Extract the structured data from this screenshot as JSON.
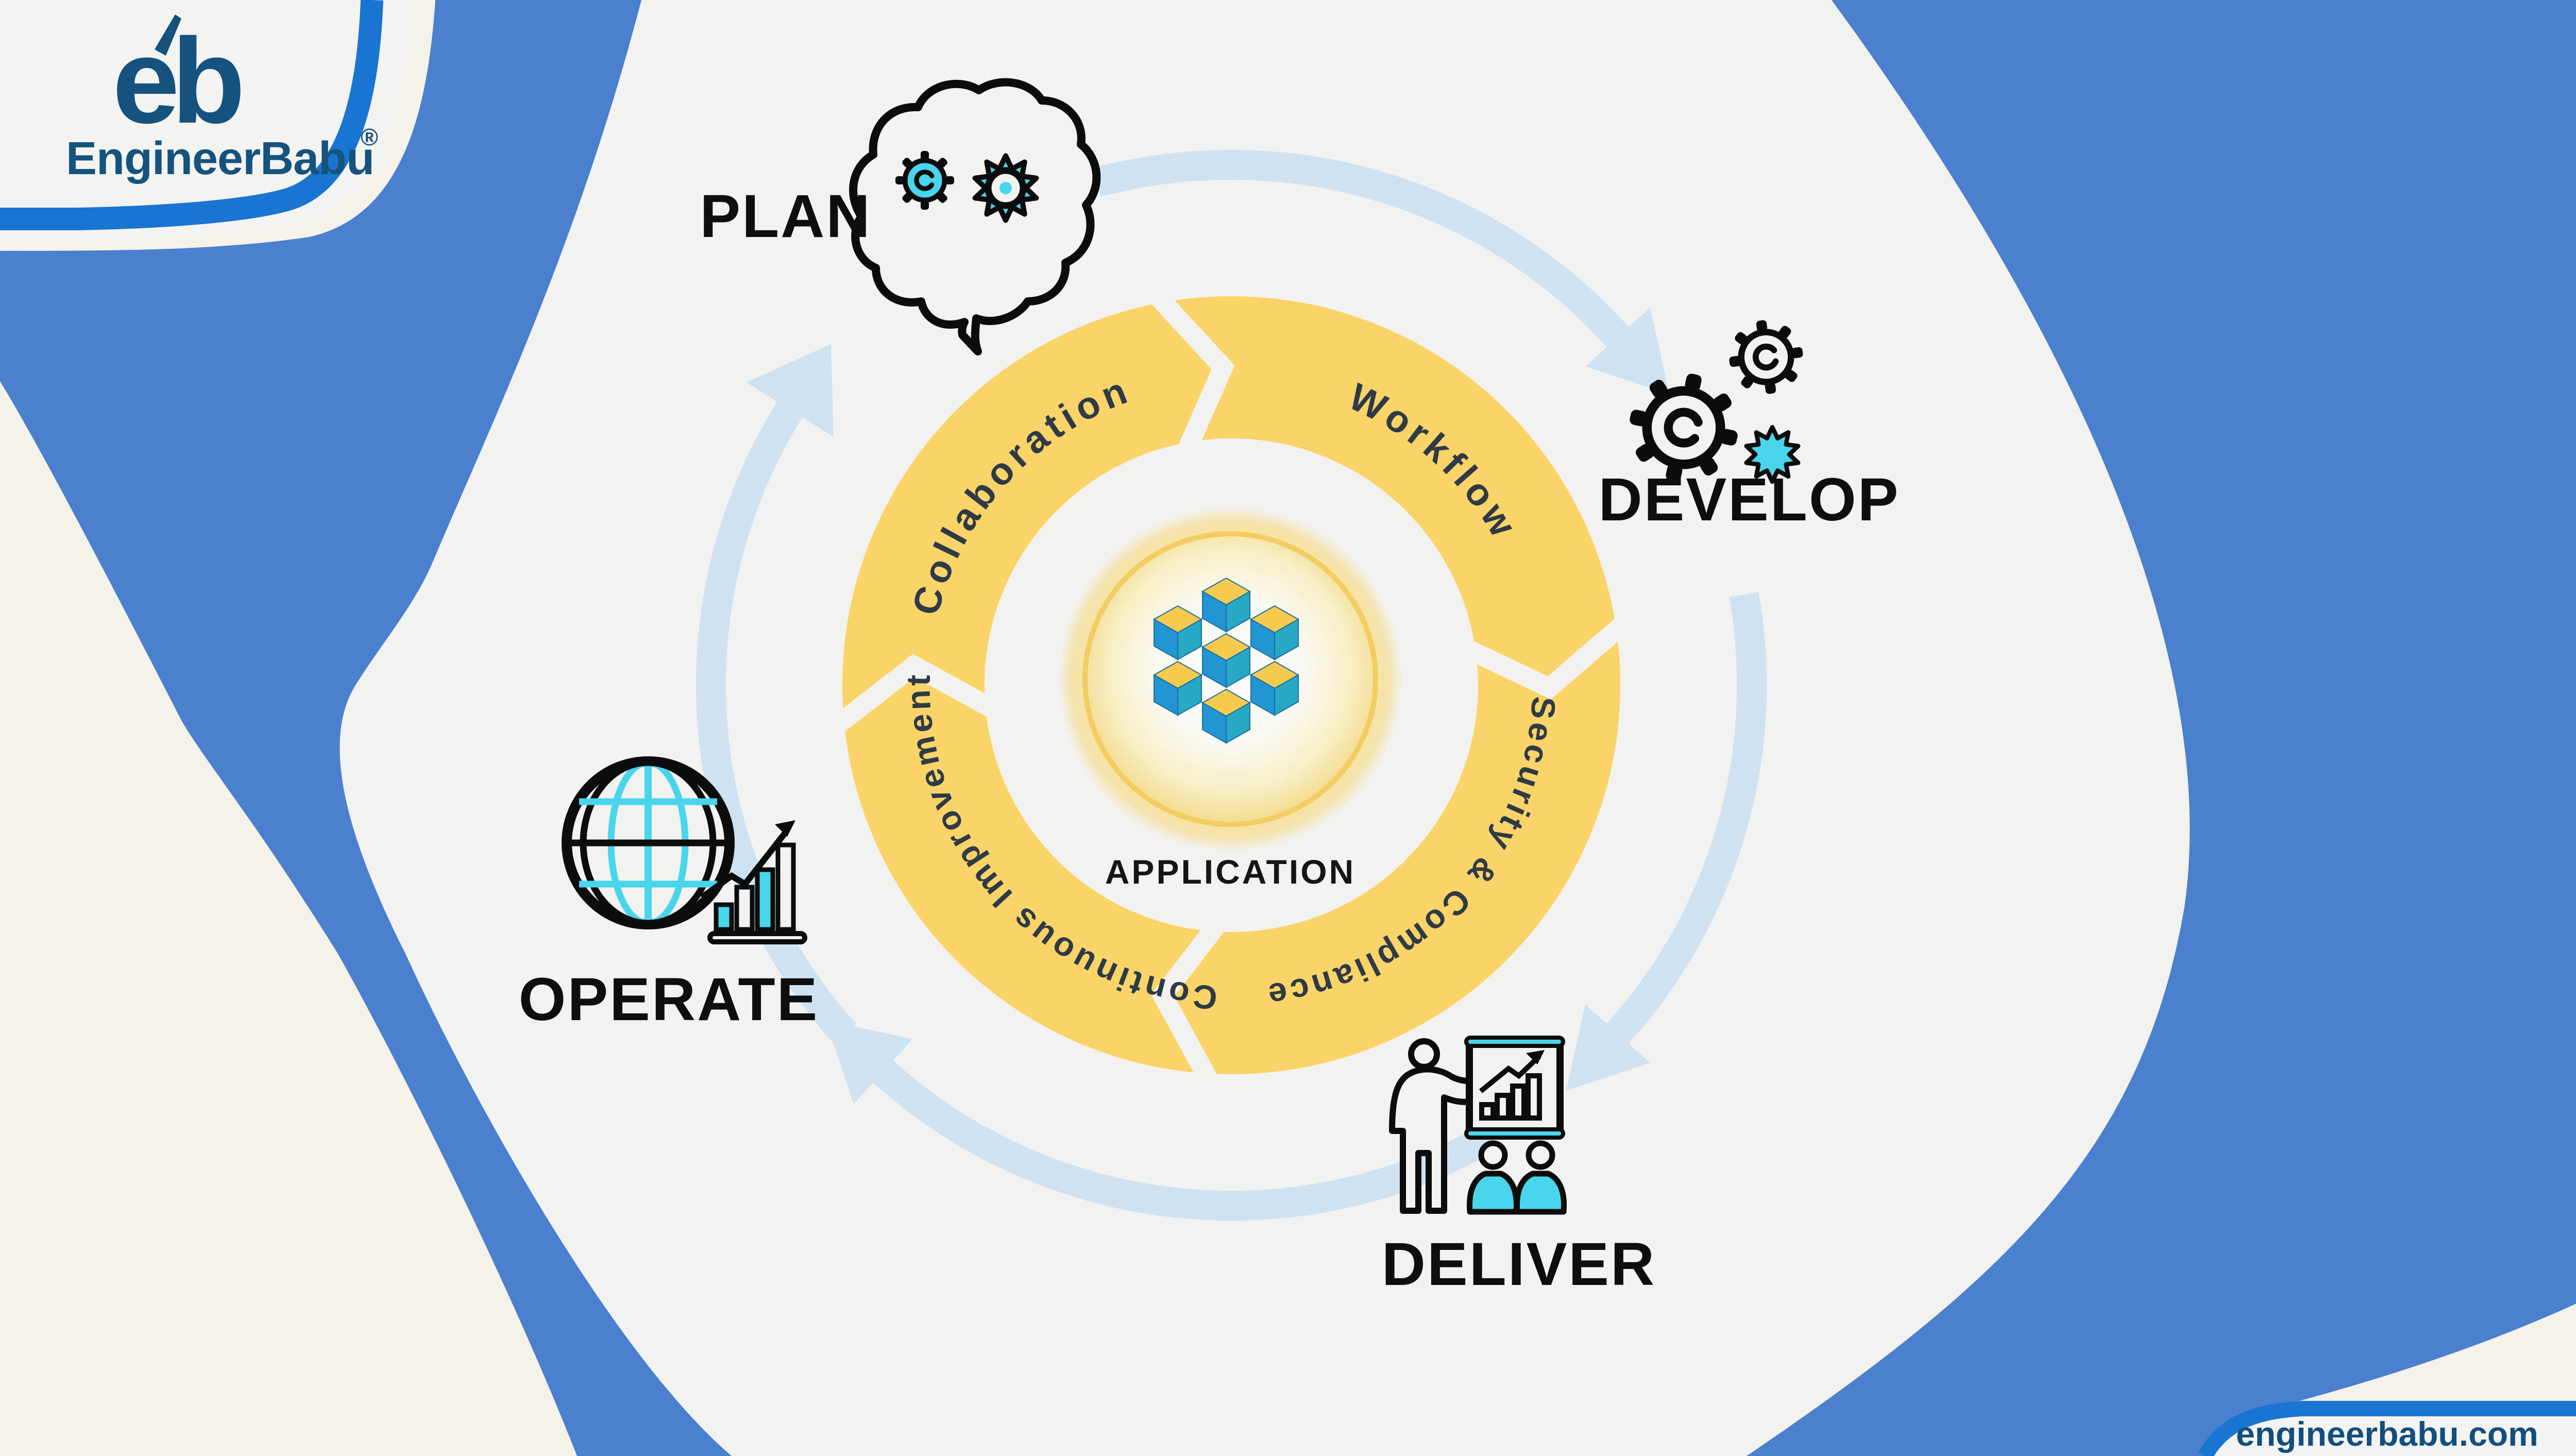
{
  "brand": {
    "mark": "eb",
    "reg": "®",
    "name": "EngineerBabu",
    "website": "engineerbabu.com",
    "logo_icon": "engineerbabu-eb-monogram-icon"
  },
  "center": {
    "label": "APPLICATION",
    "icon": "isometric-cubes-cluster-icon"
  },
  "stages": [
    {
      "id": "plan",
      "label": "PLAN",
      "icon": "brain-with-gears-icon"
    },
    {
      "id": "develop",
      "label": "DEVELOP",
      "icon": "three-gears-icon"
    },
    {
      "id": "deliver",
      "label": "DELIVER",
      "icon": "presenter-with-chart-board-icon"
    },
    {
      "id": "operate",
      "label": "OPERATE",
      "icon": "globe-with-growth-chart-icon"
    }
  ],
  "ring": [
    {
      "label": "Collaboration"
    },
    {
      "label": "Workflow"
    },
    {
      "label": "Security & Compliance"
    },
    {
      "label": "Continuous Improvement"
    }
  ],
  "colors": {
    "background_blue": "#4b80cf",
    "stripe_blue": "#1a75d2",
    "ring_yellow": "#fbd469",
    "outer_arc_blue": "#cfe2f2",
    "accent_cyan": "#49d6ec",
    "brand_navy": "#15537e",
    "ink": "#0e0e0e",
    "ring_text": "#2e3a45",
    "canvas_cream": "#f5f2ea",
    "blob_white": "#f2f2f1"
  }
}
